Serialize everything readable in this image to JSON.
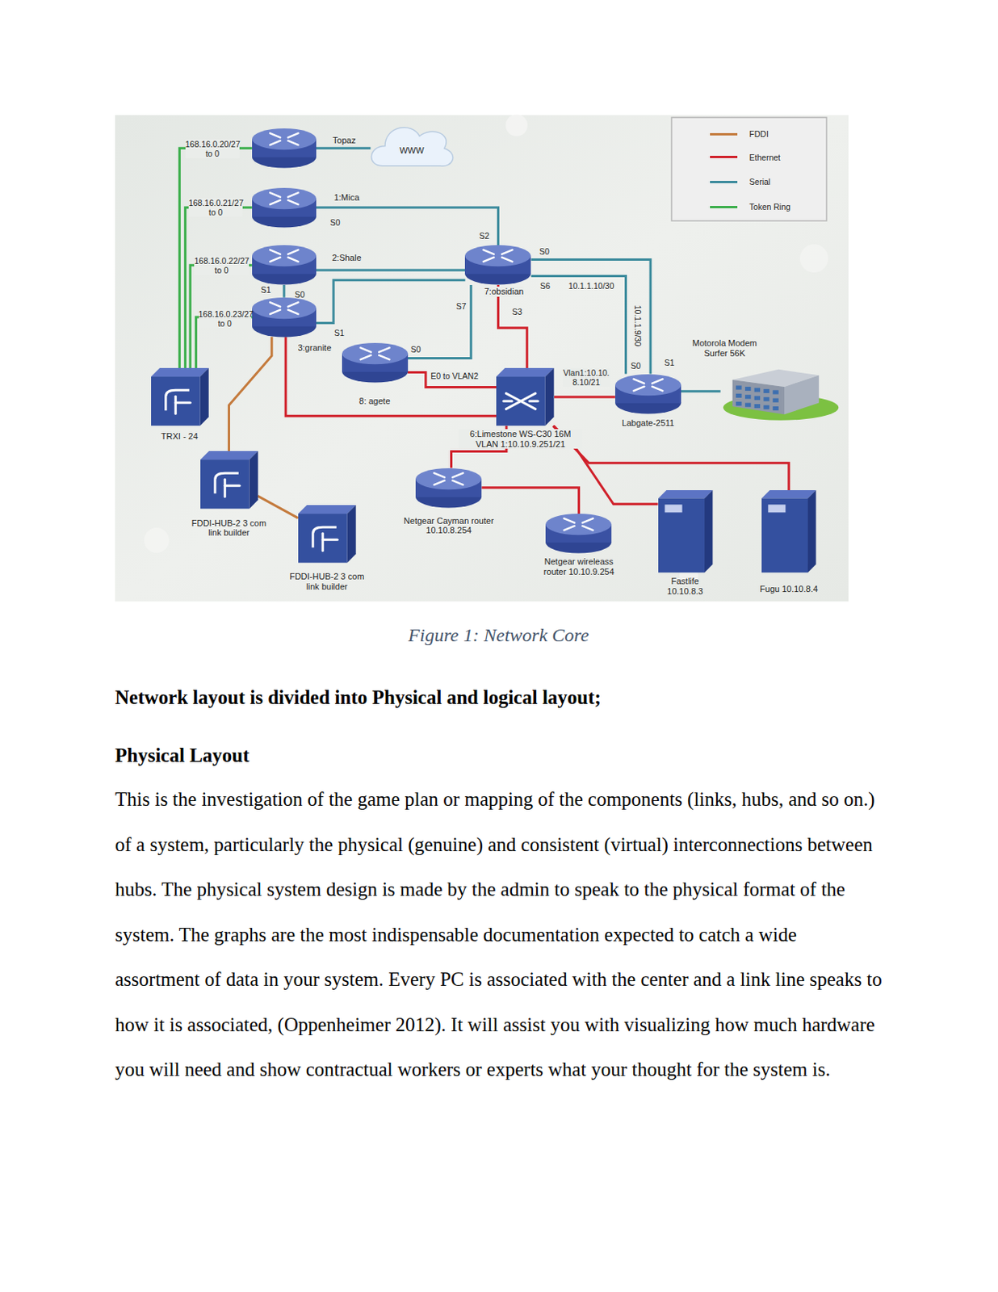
{
  "diagram": {
    "caption": "Figure 1: Network Core",
    "nodes": [
      {
        "text": [
          "Topaz"
        ]
      },
      {
        "text": [
          "1:Mica"
        ]
      },
      {
        "text": [
          "2:Shale"
        ]
      },
      {
        "text": [
          "3:granite"
        ]
      },
      {
        "text": [
          "WWW"
        ]
      },
      {
        "text": [
          "7:obsidian"
        ]
      },
      {
        "text": [
          "8: agete"
        ]
      },
      {
        "text": [
          "6:Limestone WS-C30 16M VLAN 1:10.10.9.251/21"
        ]
      },
      {
        "text": [
          "Labgate-2511"
        ]
      },
      {
        "text": [
          "Motorola Modem Surfer 56K"
        ]
      },
      {
        "text": [
          "TRXI - 24"
        ]
      },
      {
        "text": [
          "FDDI-HUB-2 3 com link builder"
        ]
      },
      {
        "text": [
          "FDDI-HUB-2 3 com link builder"
        ]
      },
      {
        "text": [
          "Netgear Cayman router 10.10.8.254"
        ]
      },
      {
        "text": [
          "Netgear wireleass router 10.10.9.254"
        ]
      },
      {
        "text": [
          "Fastlife 10.10.8.3"
        ]
      },
      {
        "text": [
          "Fugu 10.10.8.4"
        ]
      }
    ],
    "edges": [
      {
        "from": 10,
        "to": 0,
        "label": "168.16.0.20/27 to 0",
        "arrow": "none"
      },
      {
        "from": 10,
        "to": 1,
        "label": "168.16.0.21/27 to 0",
        "arrow": "none"
      },
      {
        "from": 10,
        "to": 2,
        "label": "168.16.0.22/27 to 0",
        "arrow": "none"
      },
      {
        "from": 10,
        "to": 3,
        "label": "168.16.0.23/27 to 0",
        "arrow": "none"
      },
      {
        "from": 0,
        "to": 4,
        "arrow": "none"
      },
      {
        "from": 1,
        "to": 5,
        "arrow": "none"
      },
      {
        "from": 2,
        "to": 5,
        "arrow": "none"
      },
      {
        "from": 3,
        "to": 5,
        "arrow": "none"
      },
      {
        "from": 2,
        "to": 3,
        "arrow": "none"
      },
      {
        "from": 6,
        "to": 5,
        "arrow": "none"
      },
      {
        "from": 5,
        "to": 8,
        "arrow": "none"
      },
      {
        "from": 5,
        "to": 8,
        "arrow": "none"
      },
      {
        "from": 8,
        "to": 9,
        "arrow": "none"
      },
      {
        "from": 5,
        "to": 7,
        "arrow": "none"
      },
      {
        "from": 3,
        "to": 7,
        "arrow": "none"
      },
      {
        "from": 6,
        "to": 7,
        "label": "E0 to VLAN2",
        "arrow": "none"
      },
      {
        "from": 8,
        "to": 7,
        "label": "Vlan1:10.10.8.10/21",
        "arrow": "none"
      },
      {
        "from": 7,
        "to": 13,
        "arrow": "none"
      },
      {
        "from": 13,
        "to": 14,
        "arrow": "none"
      },
      {
        "from": 7,
        "to": 15,
        "arrow": "none"
      },
      {
        "from": 7,
        "to": 16,
        "arrow": "none"
      },
      {
        "from": 3,
        "to": 11,
        "arrow": "none"
      },
      {
        "from": 11,
        "to": 12,
        "arrow": "none"
      }
    ],
    "labels": [
      "S2",
      "S0",
      "S1",
      "S0",
      "S1",
      "S0",
      "S7",
      "S3",
      "S0",
      "S6",
      "10.1.1.10/30",
      "10.1.1.9/30",
      "S0",
      "S1",
      "Network layout is divided into Physical and logical layout;",
      "Physical Layout",
      "This is the investigation of the game plan or mapping of the components (links, hubs, and so on.) of a system, particularly the physical (genuine) and consistent (virtual) interconnections between hubs. The physical system design is made by the admin to speak to the physical format of the system. The graphs are the most indispensable documentation expected to catch a wide assortment of data in your system. Every PC is associated with the center and a link line speaks to how it is associated, (Oppenheimer 2012). It will assist you with visualizing how much hardware you will need and show contractual workers or experts what your thought for the system is."
    ],
    "legend": [
      {
        "text": "FDDI",
        "color": "#c47a3c"
      },
      {
        "text": "Ethernet",
        "color": "#d0202a"
      },
      {
        "text": "Serial",
        "color": "#3a8a9c"
      },
      {
        "text": "Token Ring",
        "color": "#3aae4a"
      }
    ]
  }
}
